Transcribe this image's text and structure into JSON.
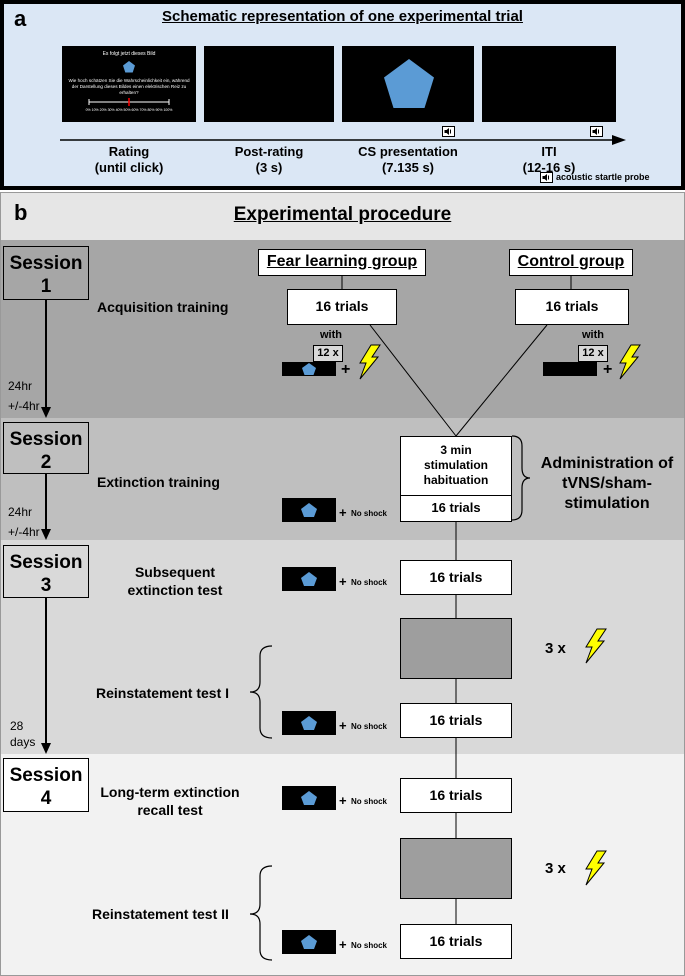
{
  "panel_a": {
    "letter": "a",
    "title": "Schematic representation of one experimental trial",
    "rating_screen": {
      "line1": "Es folgt jetzt dieses Bild",
      "question": "Wie hoch schätzen Sie die Wahrscheinlichkeit ein, während der Darstellung dieses Bildes einen elektrischen Reiz zu erhalten?",
      "scale": "0%  10%  20%  30%  40%  50%  60%  70%  80%  90%  100%"
    },
    "phases": [
      {
        "line1": "Rating",
        "line2": "(until click)"
      },
      {
        "line1": "Post-rating",
        "line2": "(3 s)"
      },
      {
        "line1": "CS presentation",
        "line2": "(7.135 s)"
      },
      {
        "line1": "ITI",
        "line2": "(12-16 s)"
      }
    ],
    "probe_legend": "acoustic startle probe",
    "colors": {
      "background": "#dbe7f5",
      "cs": "#5b9bd5"
    }
  },
  "panel_b": {
    "letter": "b",
    "title": "Experimental procedure",
    "group_fear": "Fear learning group",
    "group_control": "Control group",
    "sessions": [
      {
        "line1": "Session",
        "line2": "1"
      },
      {
        "line1": "Session",
        "line2": "2"
      },
      {
        "line1": "Session",
        "line2": "3"
      },
      {
        "line1": "Session",
        "line2": "4"
      }
    ],
    "intervals": [
      {
        "line1": "24hr",
        "line2": "+/-4hr"
      },
      {
        "line1": "24hr",
        "line2": "+/-4hr"
      },
      {
        "line1": "28",
        "line2": "days"
      }
    ],
    "phases": {
      "acquisition": "Acquisition training",
      "extinction": "Extinction training",
      "subsequent_line1": "Subsequent",
      "subsequent_line2": "extinction test",
      "reinstatement1": "Reinstatement test I",
      "longterm_line1": "Long-term extinction",
      "longterm_line2": "recall test",
      "reinstatement2": "Reinstatement test II"
    },
    "trials": "16 trials",
    "with": "with",
    "times12": "12 x",
    "times3": "3 x",
    "plus": "+",
    "no_shock": "No shock",
    "habituation": {
      "line1": "3 min",
      "line2": "stimulation",
      "line3": "habituation"
    },
    "administration": {
      "line1": "Administration of",
      "line2": "tVNS/sham-",
      "line3": "stimulation"
    },
    "colors": {
      "band_dark": "#a6a6a6",
      "band_mid": "#bfbfbf",
      "band_light": "#d9d9d9",
      "band_lighter": "#f2f2f2",
      "bolt": "#ffff00"
    }
  }
}
